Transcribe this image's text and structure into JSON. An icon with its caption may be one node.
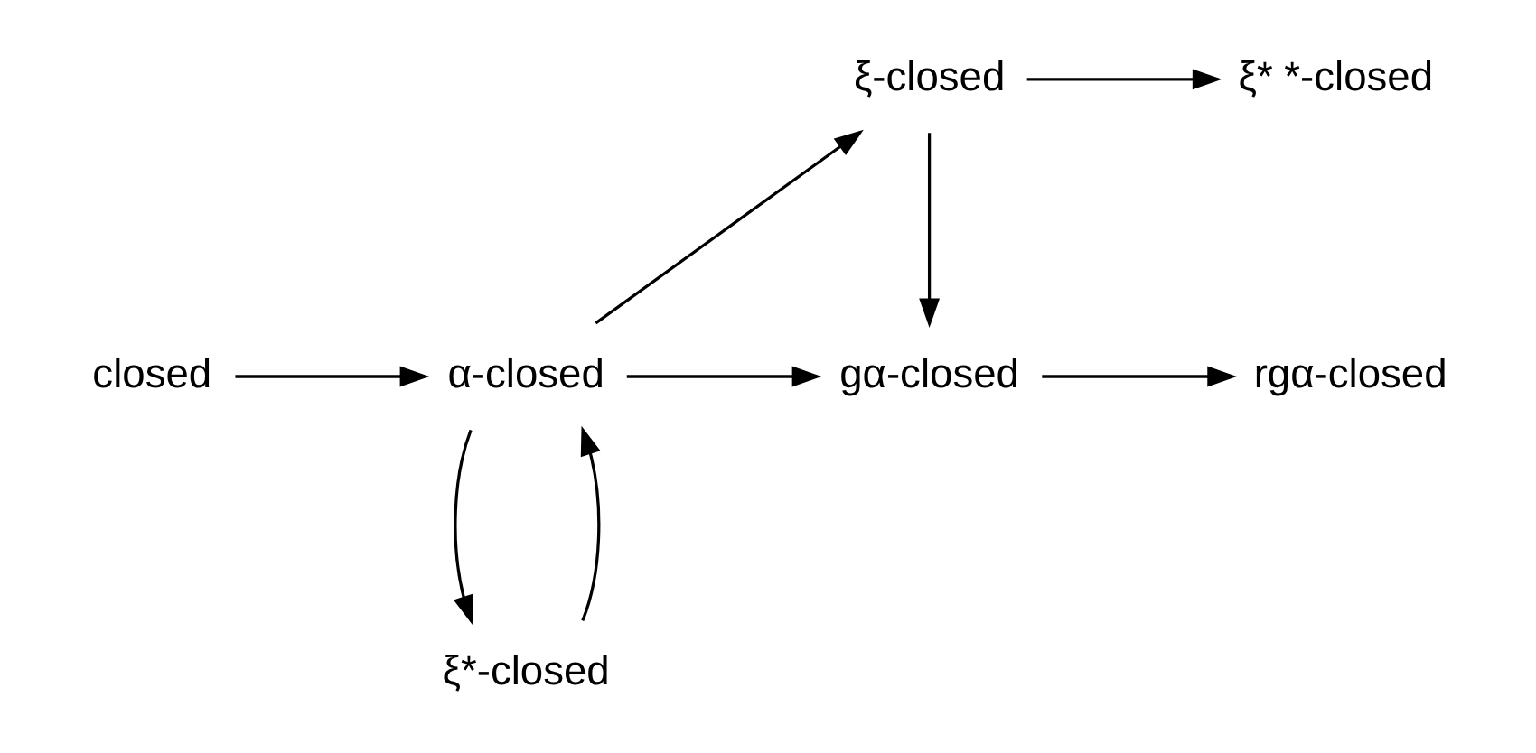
{
  "diagram": {
    "nodes": [
      {
        "text": [
          "ξ-closed"
        ]
      },
      {
        "text": [
          "ξ* *-closed"
        ]
      },
      {
        "text": [
          "closed"
        ]
      },
      {
        "text": [
          "α-closed"
        ]
      },
      {
        "text": [
          "gα-closed"
        ]
      },
      {
        "text": [
          "rgα-closed"
        ]
      },
      {
        "text": [
          "ξ*-closed"
        ]
      }
    ],
    "edges": [
      {
        "from": 0,
        "to": 1,
        "arrow": "to"
      },
      {
        "from": 3,
        "to": 0,
        "arrow": "to"
      },
      {
        "from": 0,
        "to": 4,
        "arrow": "to"
      },
      {
        "from": 2,
        "to": 3,
        "arrow": "to"
      },
      {
        "from": 3,
        "to": 4,
        "arrow": "to"
      },
      {
        "from": 4,
        "to": 5,
        "arrow": "to"
      },
      {
        "from": 6,
        "to": 3,
        "arrow": "to"
      },
      {
        "from": 3,
        "to": 6,
        "arrow": "to"
      }
    ]
  }
}
